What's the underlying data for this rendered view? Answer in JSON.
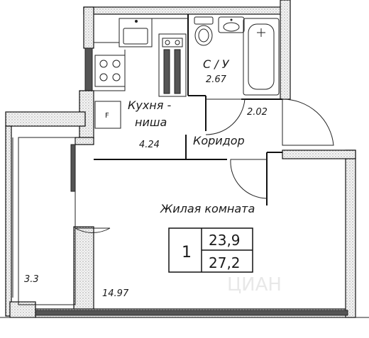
{
  "rooms": {
    "bathroom_label": "С / У",
    "bathroom_area": "2.67",
    "kitchen_label_line1": "Кухня -",
    "kitchen_label_line2": "ниша",
    "kitchen_area": "4.24",
    "corridor_label": "Коридор",
    "corridor_area": "2.02",
    "living_label": "Жилая комната",
    "living_area": "14.97",
    "balcony_area": "3.3",
    "fridge_letter": "F"
  },
  "summary": {
    "room_count": "1",
    "living_total": "23,9",
    "total_area": "27,2"
  },
  "watermark": "ЦИАН"
}
